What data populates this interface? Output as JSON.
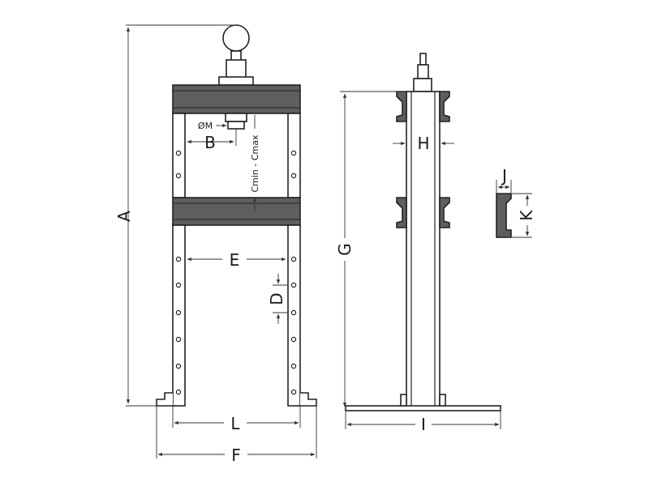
{
  "diagram": {
    "colors": {
      "line": "#222222",
      "beam_fill": "#5e5e5e",
      "background": "#ffffff"
    },
    "labels": {
      "A": "A",
      "B": "B",
      "M": "ØM",
      "C": "Cmin - Cmax",
      "D": "D",
      "E": "E",
      "F": "F",
      "L": "L",
      "G": "G",
      "H": "H",
      "I": "I",
      "J": "J",
      "K": "K"
    }
  }
}
